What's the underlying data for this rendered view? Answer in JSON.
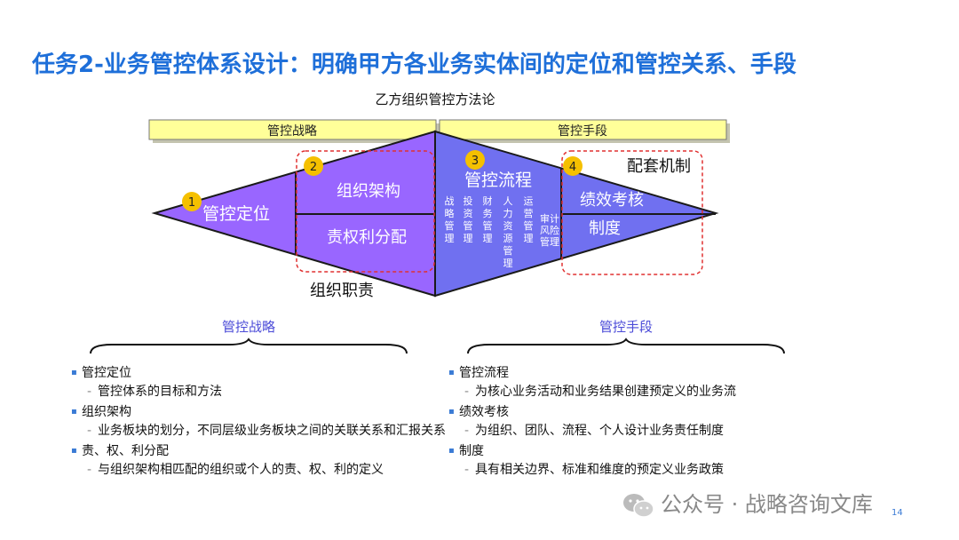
{
  "page": {
    "title": "任务2-业务管控体系设计：明确甲方各业务实体间的定位和管控关系、手段",
    "subtitle": "乙方组织管控方法论",
    "page_number": "14"
  },
  "diagram": {
    "bar_left": "管控战略",
    "bar_right": "管控手段",
    "nodes": [
      {
        "num": "1",
        "label": "管控定位"
      },
      {
        "num": "2",
        "label": "组织架构"
      },
      {
        "num": "3",
        "label": "管控流程"
      },
      {
        "num": "4",
        "label": "绩效考核"
      }
    ],
    "quan_li": "责权利分配",
    "org_duty": "组织职责",
    "support": "配套机制",
    "zhidu": "制度",
    "process_items": [
      "战略管理",
      "投资管理",
      "财务管理",
      "人力资源管理",
      "运营管理"
    ],
    "audit_lines": [
      "审计",
      "风险",
      "管理"
    ],
    "colors": {
      "purple": "#9966ff",
      "blue": "#7070f0",
      "yellow": "#ffff99",
      "badge": "#f5c000",
      "dashed": "#e03030",
      "title": "#1e6fd9"
    }
  },
  "bottom": {
    "left_head": "管控战略",
    "right_head": "管控手段",
    "left_items": [
      {
        "bullet": "管控定位",
        "sub": "管控体系的目标和方法"
      },
      {
        "bullet": "组织架构",
        "sub": "业务板块的划分，不同层级业务板块之间的关联关系和汇报关系"
      },
      {
        "bullet": "责、权、利分配",
        "sub": "与组织架构相匹配的组织或个人的责、权、利的定义"
      }
    ],
    "right_items": [
      {
        "bullet": "管控流程",
        "sub": "为核心业务活动和业务结果创建预定义的业务流"
      },
      {
        "bullet": "绩效考核",
        "sub": "为组织、团队、流程、个人设计业务责任制度"
      },
      {
        "bullet": "制度",
        "sub": "具有相关边界、标准和维度的预定义业务政策"
      }
    ]
  },
  "watermark": {
    "text": "公众号 · 战略咨询文库",
    "icon": "wechat-icon"
  }
}
